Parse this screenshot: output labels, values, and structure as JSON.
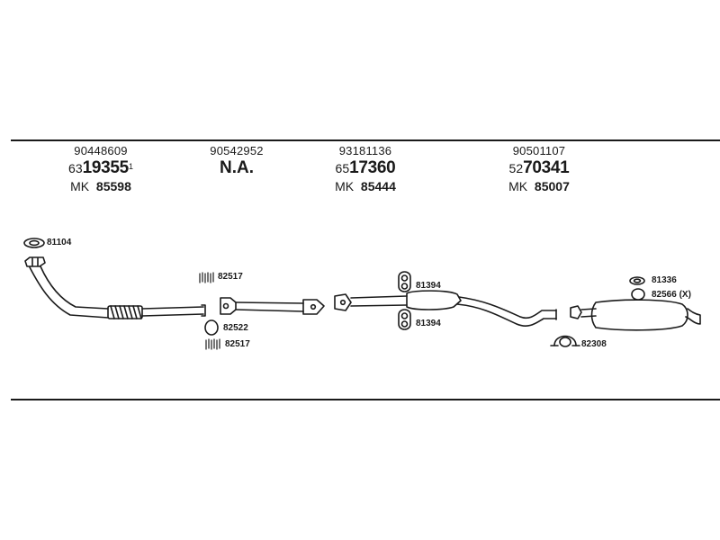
{
  "columns": [
    {
      "oe_number": "90448609",
      "part_prefix": "63",
      "part_main": "19355",
      "part_note": "1",
      "mk_prefix": "MK",
      "mk_number": "85598"
    },
    {
      "oe_number": "90542952",
      "part_prefix": "",
      "part_main": "N.A.",
      "part_note": "",
      "mk_prefix": "",
      "mk_number": ""
    },
    {
      "oe_number": "93181136",
      "part_prefix": "65",
      "part_main": "17360",
      "part_note": "",
      "mk_prefix": "MK",
      "mk_number": "85444"
    },
    {
      "oe_number": "90501107",
      "part_prefix": "52",
      "part_main": "70341",
      "part_note": "",
      "mk_prefix": "MK",
      "mk_number": "85007"
    }
  ],
  "callouts": {
    "c81104": "81104",
    "c82517_top": "82517",
    "c82522": "82522",
    "c82517_bottom": "82517",
    "c81394_top": "81394",
    "c81394_bottom": "81394",
    "c81336": "81336",
    "c82566": "82566 (X)",
    "c82308": "82308"
  }
}
